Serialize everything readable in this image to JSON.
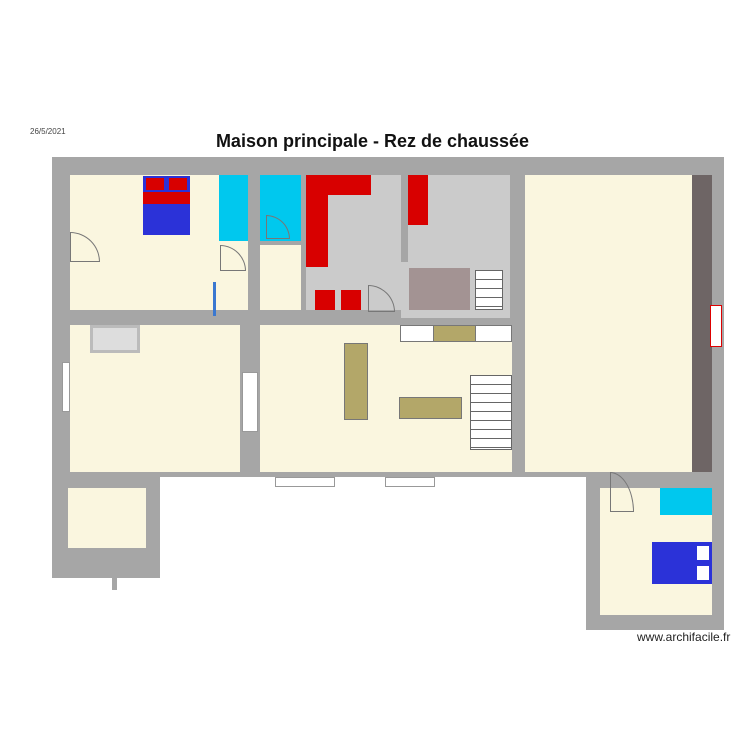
{
  "header": {
    "date": "26/5/2021",
    "title": "Maison principale - Rez de chaussée"
  },
  "footer": {
    "watermark": "www.archifacile.fr"
  },
  "colors": {
    "wall": "#a6a6a6",
    "room": "#faf6df",
    "tiled": "#cbcbcb",
    "water": "#00c8ee",
    "furniture_red": "#d80000",
    "bed_blue": "#2b32d8"
  }
}
